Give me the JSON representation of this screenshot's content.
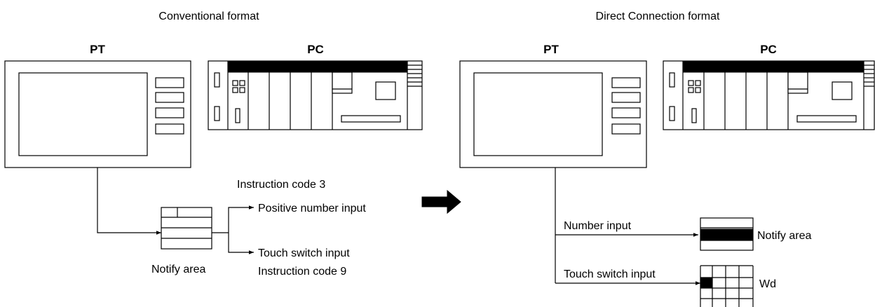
{
  "left": {
    "title": "Conventional format",
    "pt_label": "PT",
    "pc_label": "PC",
    "instruction_top": "Instruction code 3",
    "positive_number_input": "Positive number input",
    "touch_switch_input": "Touch switch input",
    "instruction_bottom": "Instruction code 9",
    "notify_area": "Notify area"
  },
  "right": {
    "title": "Direct Connection format",
    "pt_label": "PT",
    "pc_label": "PC",
    "number_input": "Number input",
    "notify_area": "Notify area",
    "touch_switch_input": "Touch switch input",
    "wd": "Wd"
  }
}
